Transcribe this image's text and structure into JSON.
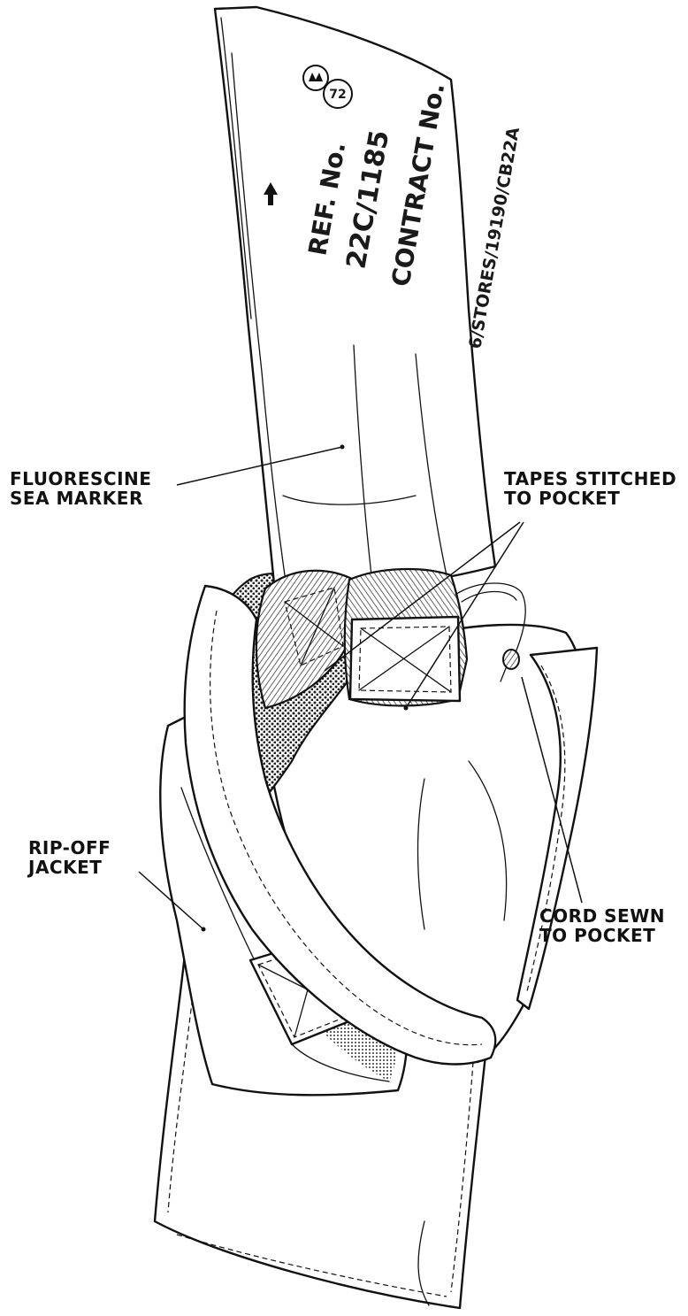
{
  "labels": {
    "fluorescine_line1": "FLUORESCINE",
    "fluorescine_line2": "SEA MARKER",
    "tapes_line1": "TAPES STITCHED",
    "tapes_line2": "TO POCKET",
    "ripoff_line1": "RIP-OFF",
    "ripoff_line2": "JACKET",
    "cord_line1": "CORD SEWN",
    "cord_line2": "TO POCKET"
  },
  "stencil": {
    "ref_no": "REF. No.",
    "ref_value": "22C/1185",
    "contract_no": "CONTRACT No.",
    "contract_value": "6/STORES/19190/CB22A",
    "seal_number": "72"
  }
}
